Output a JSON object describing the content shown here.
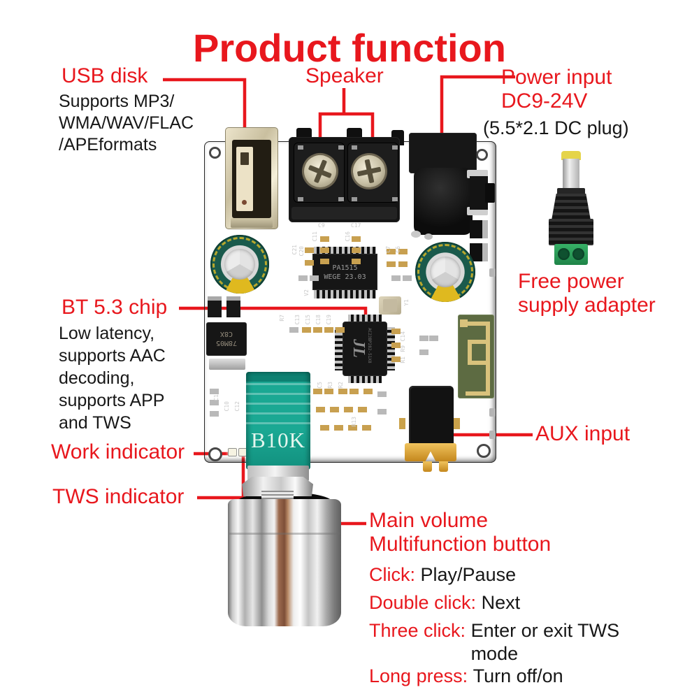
{
  "title": "Product function",
  "colors": {
    "accent": "#e8171d",
    "ink": "#171717",
    "boardc": "#161616"
  },
  "callouts": {
    "usb": {
      "label": "USB disk",
      "lines": [
        "Supports MP3/",
        "WMA/WAV/FLAC",
        "/APEformats"
      ]
    },
    "speaker": {
      "label": "Speaker"
    },
    "power": {
      "line1": "Power input",
      "line2": "DC9-24V",
      "note": "(5.5*2.1 DC plug)"
    },
    "adapter": {
      "line1": "Free power",
      "line2": "supply adapter"
    },
    "bt": {
      "label": "BT 5.3 chip",
      "lines": [
        "Low latency,",
        "supports AAC",
        "decoding,",
        "supports APP",
        "and TWS"
      ]
    },
    "work": {
      "label": "Work indicator"
    },
    "tws": {
      "label": "TWS indicator"
    },
    "aux": {
      "label": "AUX input"
    },
    "volume": {
      "line1": "Main volume",
      "line2": "Multifunction button",
      "actions": [
        {
          "key": "Click:",
          "value": "Play/Pause"
        },
        {
          "key": "Double click:",
          "value": "Next"
        },
        {
          "key": "Three click:",
          "value": "Enter or exit TWS mode"
        },
        {
          "key": "Long press:",
          "value": "Turn off/on"
        }
      ]
    }
  },
  "board": {
    "amp_chip": {
      "line1": "PA1515",
      "line2": "WEGE 23.03"
    },
    "bt_chip": {
      "logo": "JL",
      "marking": "AC23BP282-51X8"
    },
    "regulator": {
      "line1": "78M05",
      "line2": "C8X"
    },
    "pot_label": "B10K",
    "crystal_label": "Y1",
    "pin_row_label": "V2",
    "silkscreen": [
      "C9",
      "C17",
      "C11",
      "C16",
      "C21",
      "C20",
      "C7",
      "C6",
      "R7",
      "C13",
      "C15",
      "C18",
      "C19",
      "C1",
      "C10",
      "C12",
      "C4",
      "C5",
      "R3",
      "R2",
      "R13",
      "C14",
      "R9",
      "R1"
    ]
  }
}
